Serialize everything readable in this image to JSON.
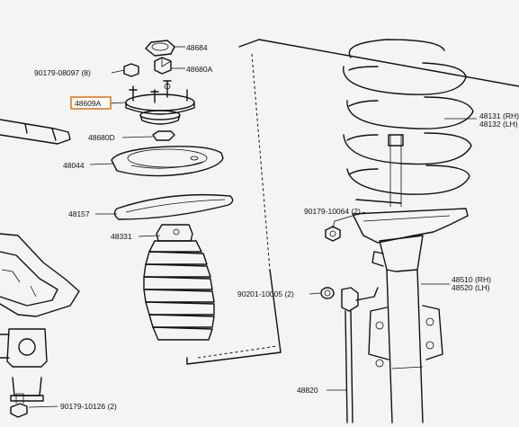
{
  "labels": {
    "p48684": "48684",
    "p48680A": "48680A",
    "p90179_08097": "90179-08097 (8)",
    "p48609A": "48609A",
    "p48680D": "48680D",
    "p48044": "48044",
    "p48157": "48157",
    "p48331": "48331",
    "p48131": "48131 (RH)",
    "p48132": "48132 (LH)",
    "p90179_10064": "90179-10064 (2)",
    "p48510": "48510 (RH)",
    "p48520": "48520 (LH)",
    "p90201_10005": "90201-10005 (2)",
    "p48820": "48820",
    "p90179_10126": "90179-10126 (2)"
  },
  "colors": {
    "highlight": "#e07a18",
    "line": "#111111",
    "background": "#f4f4f4"
  }
}
